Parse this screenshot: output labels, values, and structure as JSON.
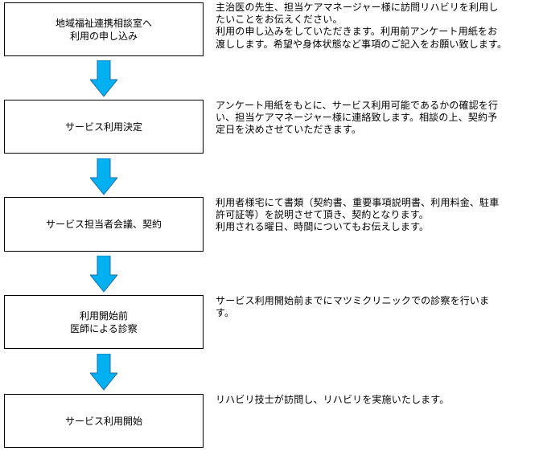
{
  "steps": [
    {
      "label": "地域福祉連携相談室へ\n利用の申し込み",
      "description": "主治医の先生、担当ケアマネージャー様に訪問リハビリを利用し\nたいことをお伝えください。\n利用の申し込みをしていただきます。利用前アンケート用紙をお\n渡しします。希望や身体状態など事項のご記入をお願い致します。"
    },
    {
      "label": "サービス利用決定",
      "description": "アンケート用紙をもとに、サービス利用可能であるかの確認を行\nい、担当ケアマネージャー様に連絡致します。相談の上、契約予\n定日を決めさせていただきます。"
    },
    {
      "label": "サービス担当者会議、契約",
      "description": "利用者様宅にて書類（契約書、重要事項説明書、利用料金、駐車\n許可証等）を説明させて頂き、契約となります。\n利用される曜日、時間についてもお伝えします。"
    },
    {
      "label": "利用開始前\n医師による診察",
      "description": "サービス利用開始前までにマツミクリニックでの診察を行いま\nす。"
    },
    {
      "label": "サービス利用開始",
      "description": "リハビリ技士が訪問し、リハビリを実施いたします。"
    }
  ],
  "colors": {
    "arrow_fill": "#00B0F0",
    "arrow_stroke": "#1F6FA8",
    "box_border": "#000000"
  }
}
